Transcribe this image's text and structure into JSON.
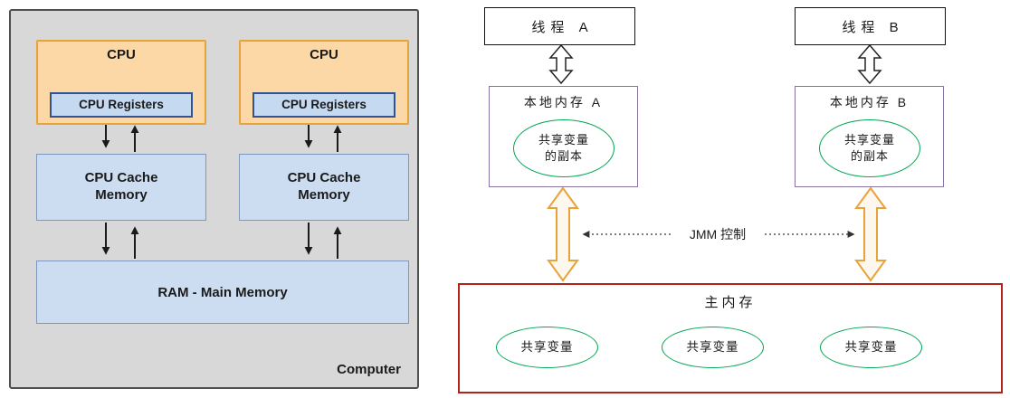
{
  "left": {
    "computer_label": "Computer",
    "cpus": [
      {
        "title": "CPU",
        "registers": "CPU Registers"
      },
      {
        "title": "CPU",
        "registers": "CPU Registers"
      }
    ],
    "caches": [
      "CPU Cache Memory",
      "CPU Cache Memory"
    ],
    "ram": "RAM - Main Memory"
  },
  "right": {
    "threads": [
      "线程 A",
      "线程 B"
    ],
    "local_memories": [
      {
        "title": "本地内存 A",
        "var_line1": "共享变量",
        "var_line2": "的副本"
      },
      {
        "title": "本地内存 B",
        "var_line1": "共享变量",
        "var_line2": "的副本"
      }
    ],
    "jmm_label": "JMM 控制",
    "main_memory": {
      "title": "主内存",
      "variables": [
        "共享变量",
        "共享变量",
        "共享变量"
      ]
    }
  },
  "colors": {
    "panel_background": "#d8d8d8",
    "panel_border": "#4f4f4f",
    "cpu_fill": "#fbd8a6",
    "cpu_border": "#e8a33b",
    "blue_fill": "#cdddf1",
    "blue_border": "#7f96bf",
    "registers_border": "#31538f",
    "green_ellipse_border": "#00a651",
    "orange_arrow": "#e8a33b",
    "purple_box_border": "#8874a3",
    "main_memory_border": "#b42318",
    "arrow_black": "#1a1a1a"
  }
}
